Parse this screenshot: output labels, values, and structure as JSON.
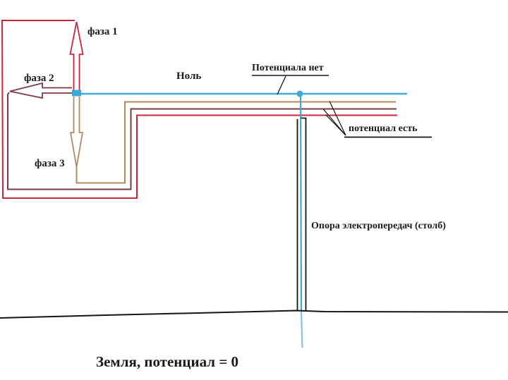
{
  "diagram": {
    "labels": {
      "phase1": "фаза 1",
      "phase2": "фаза 2",
      "phase3": "фаза 3",
      "neutral": "Ноль",
      "no_potential": "Потенциала нет",
      "has_potential": "потенциал есть",
      "pole": "Опора электропередач (столб)",
      "ground": "Земля, потенциал = 0"
    },
    "colors": {
      "phase_red": "#c62839",
      "phase_maroon": "#7d3a44",
      "phase_tan": "#b28a62",
      "neutral_blue": "#41a8d5",
      "neutral_blue_underground": "#7cc5e2",
      "ink_black": "#141414"
    }
  }
}
